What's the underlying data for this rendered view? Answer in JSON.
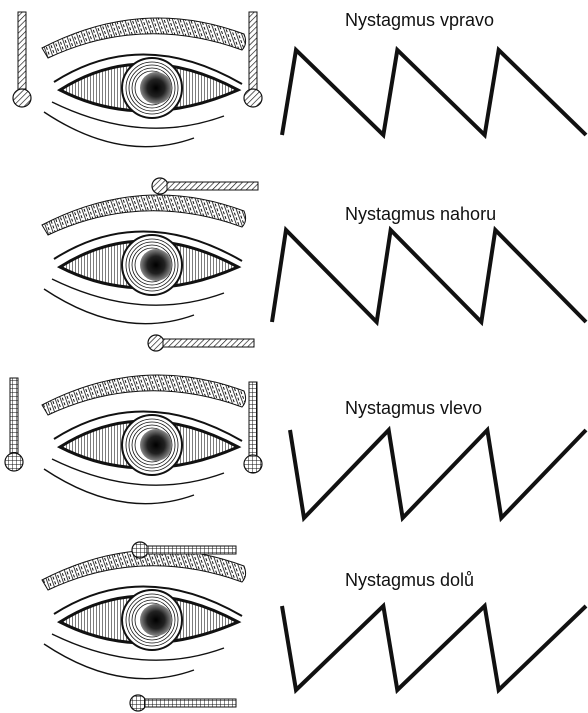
{
  "panels": [
    {
      "title": "Nystagmus vpravo",
      "electrodes": "horizontal",
      "fill": "hatch",
      "wave": "gradual-down"
    },
    {
      "title": "Nystagmus nahoru",
      "electrodes": "vertical",
      "fill": "hatch",
      "wave": "gradual-down"
    },
    {
      "title": "Nystagmus vlevo",
      "electrodes": "horizontal",
      "fill": "grid",
      "wave": "gradual-up"
    },
    {
      "title": "Nystagmus dolů",
      "electrodes": "vertical",
      "fill": "grid",
      "wave": "gradual-up"
    }
  ],
  "colors": {
    "ink": "#111111",
    "background": "#ffffff"
  }
}
